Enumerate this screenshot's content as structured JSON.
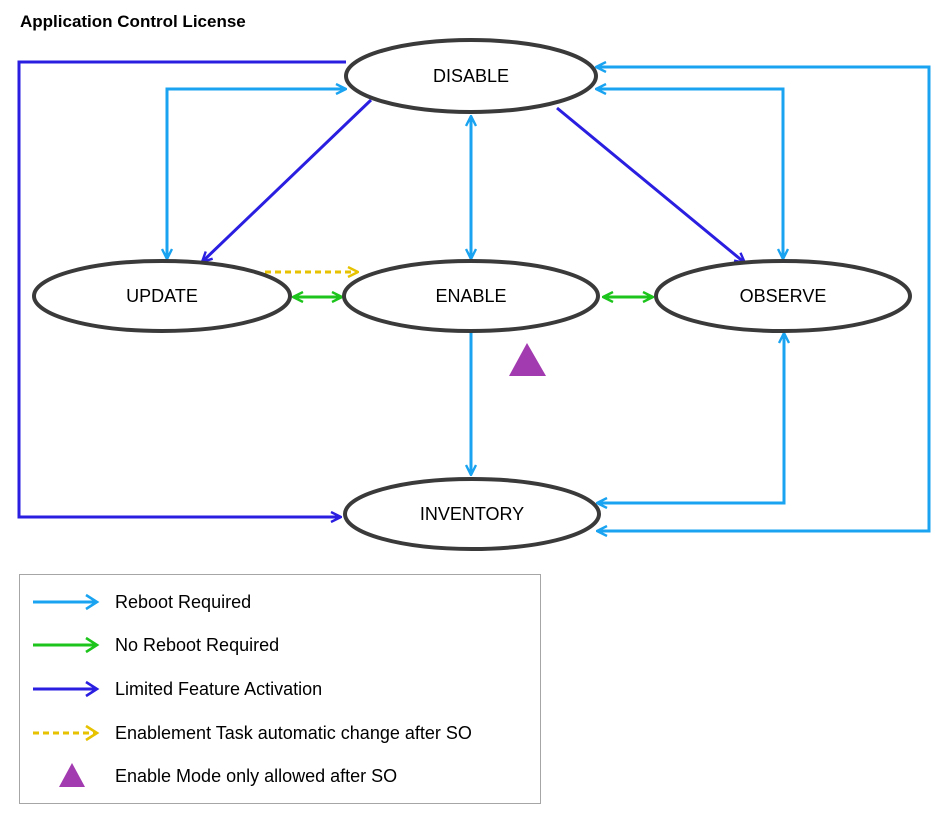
{
  "title": "Application Control License",
  "colors": {
    "reboot_required": "#1aa3f0",
    "no_reboot_required": "#1cc41c",
    "limited_feature_activation": "#2a1ee0",
    "enablement_task": "#e6c200",
    "enable_after_so": "#a23ab0",
    "node_stroke": "#3a3a3a"
  },
  "nodes": {
    "disable": "DISABLE",
    "update": "UPDATE",
    "enable": "ENABLE",
    "observe": "OBSERVE",
    "inventory": "INVENTORY"
  },
  "legend": [
    {
      "label": "Reboot Required",
      "style": "solid-arrow",
      "color": "#1aa3f0"
    },
    {
      "label": "No Reboot Required",
      "style": "solid-arrow",
      "color": "#1cc41c"
    },
    {
      "label": "Limited Feature Activation",
      "style": "solid-arrow",
      "color": "#2a1ee0"
    },
    {
      "label": "Enablement Task automatic change after SO",
      "style": "dashed-arrow",
      "color": "#e6c200"
    },
    {
      "label": "Enable Mode only allowed after SO",
      "style": "triangle",
      "color": "#a23ab0"
    }
  ]
}
